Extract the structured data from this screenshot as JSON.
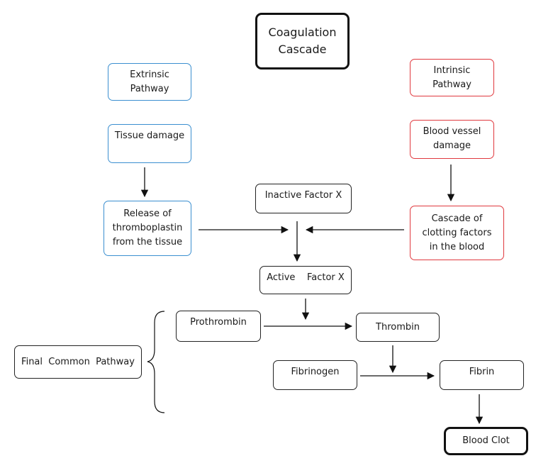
{
  "title": "Coagulation\nCascade",
  "nodes": {
    "extrinsic": "Extrinsic\nPathway",
    "intrinsic": "Intrinsic\nPathway",
    "tissue_damage": "Tissue damage",
    "vessel_damage": "Blood vessel\ndamage",
    "release_thromboplastin": "Release of\nthromboplastin\nfrom the tissue",
    "inactive_factor_x": "Inactive Factor X",
    "cascade_clotting": "Cascade of\nclotting factors\nin the blood",
    "active_factor_x": "Active    Factor X",
    "prothrombin": "Prothrombin",
    "thrombin": "Thrombin",
    "fibrinogen": "Fibrinogen",
    "fibrin": "Fibrin",
    "final_common": "Final  Common  Pathway",
    "blood_clot": "Blood Clot"
  },
  "colors": {
    "extrinsic": "#3b8fd0",
    "intrinsic": "#e0393e",
    "common": "#222222"
  }
}
